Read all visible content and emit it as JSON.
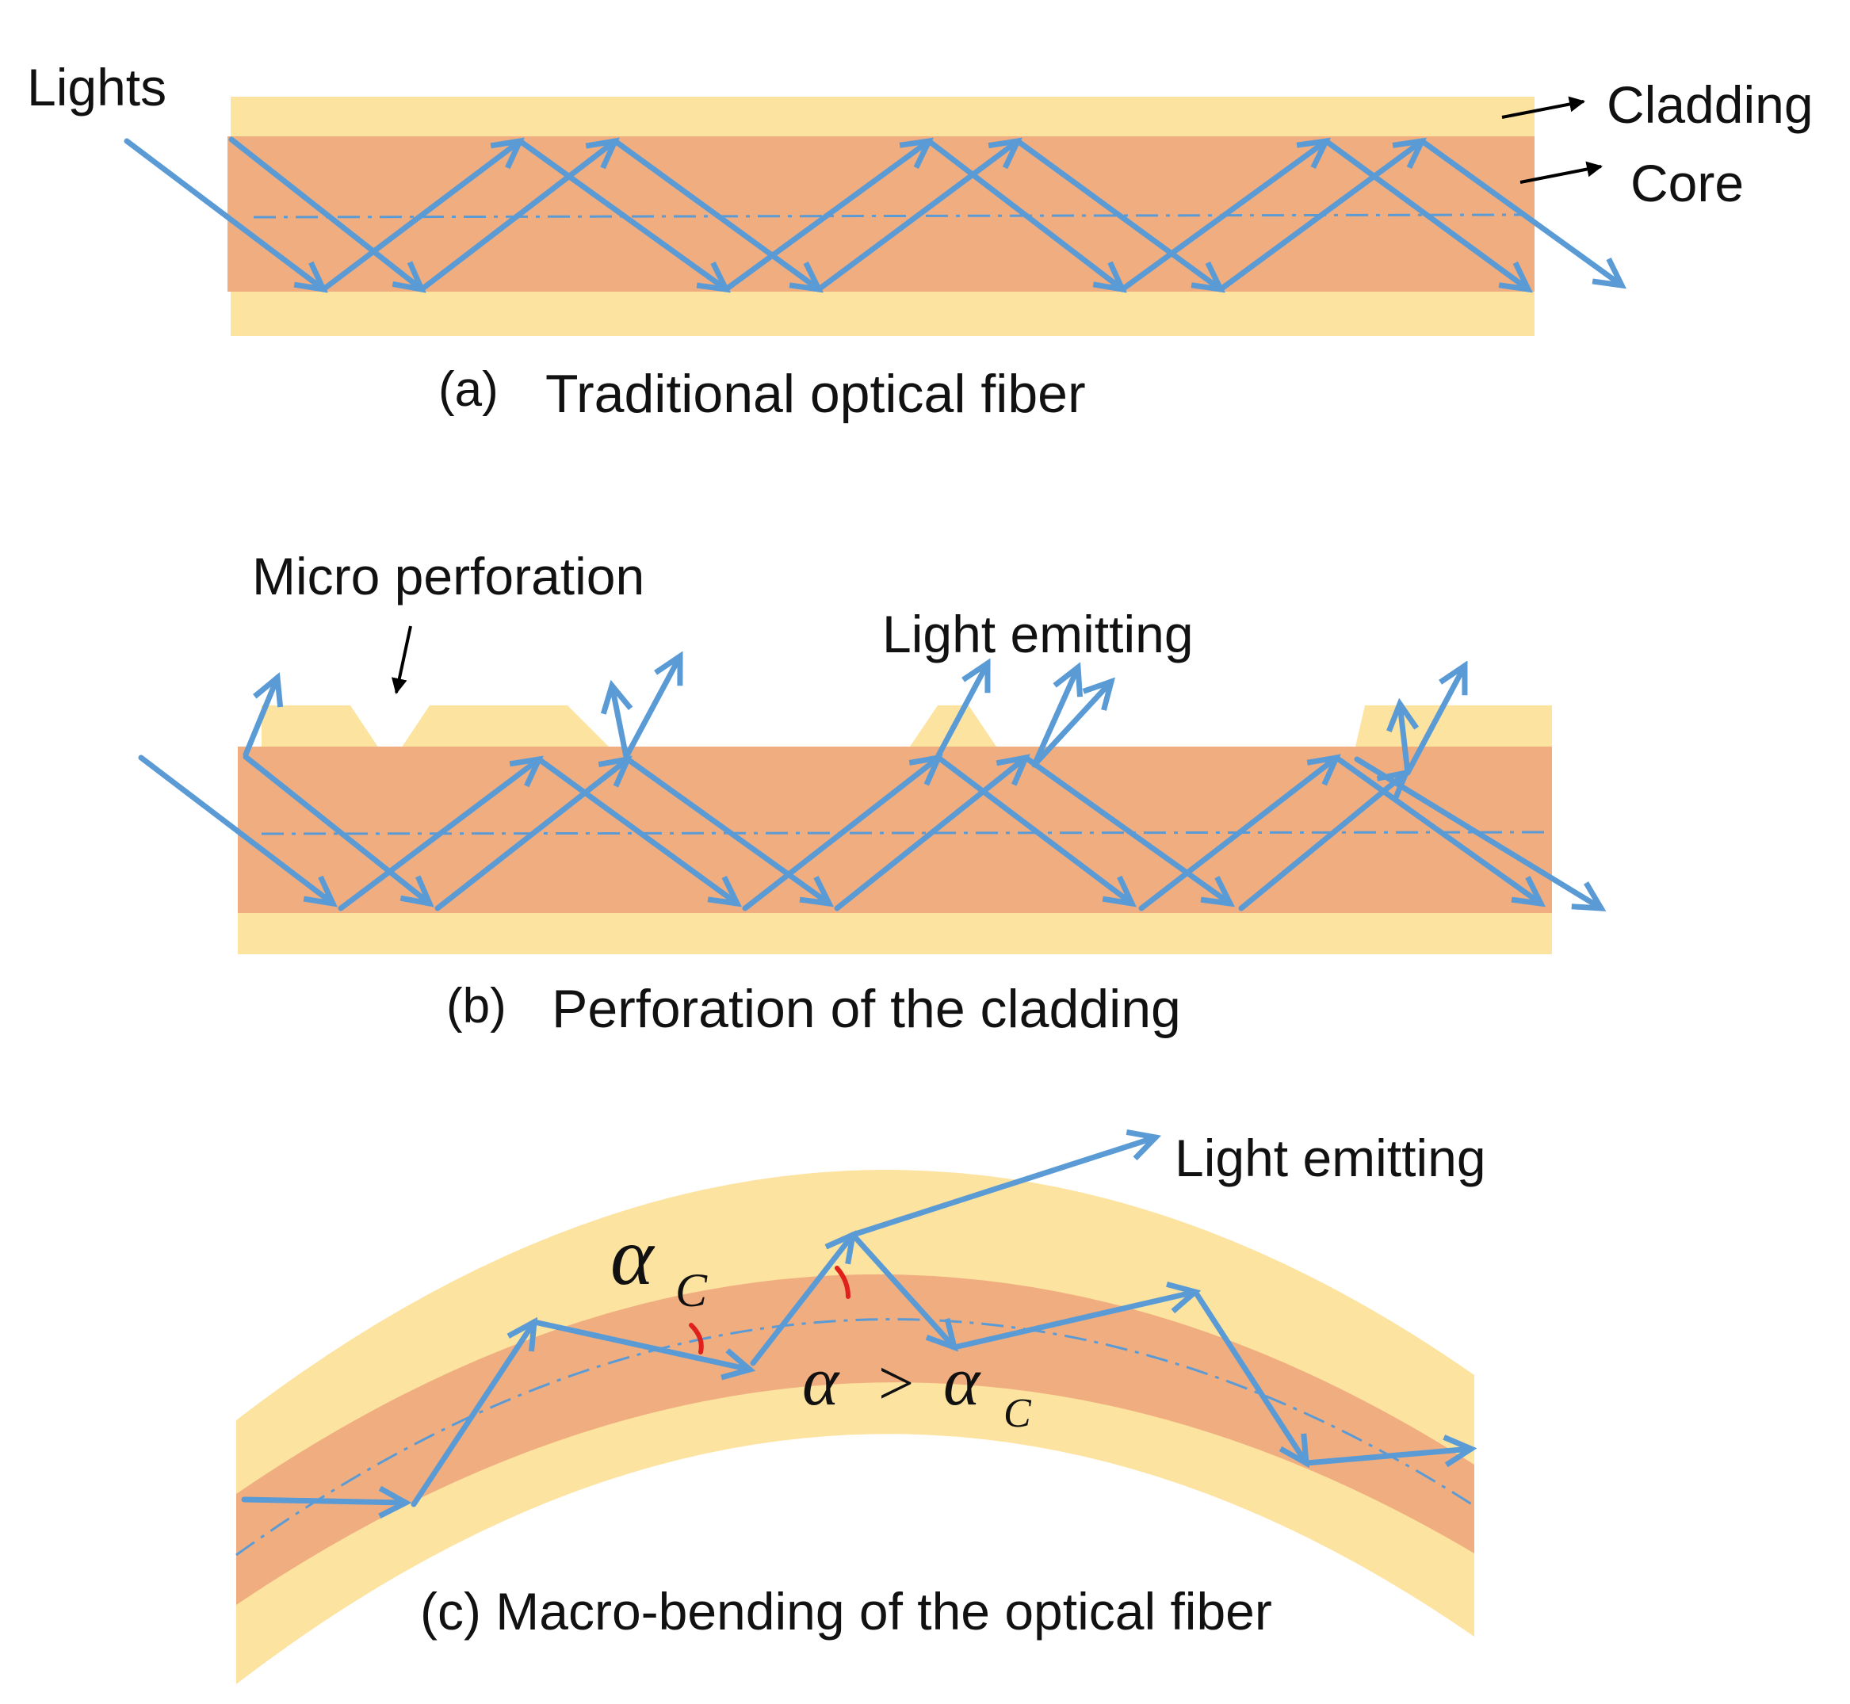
{
  "colors": {
    "cladding": "#FDE3A0",
    "core": "#F0AE80",
    "ray": "#5B9BD5",
    "angle_mark": "#E0201B",
    "pointer": "#000000"
  },
  "panel_a": {
    "caption_letter": "(a)",
    "caption_text": "Traditional optical fiber",
    "label_lights": "Lights",
    "label_cladding": "Cladding",
    "label_core": "Core"
  },
  "panel_b": {
    "caption_letter": "(b)",
    "caption_text": "Perforation of the cladding",
    "label_micro_perforation": "Micro perforation",
    "label_light_emitting": "Light emitting"
  },
  "panel_c": {
    "caption": "(c) Macro-bending of the optical fiber",
    "label_light_emitting": "Light emitting",
    "alpha": "α",
    "sub_c": "C",
    "condition_alpha": "α",
    "condition_op": ">",
    "condition_alpha_c": "α",
    "condition_sub_c": "C"
  }
}
